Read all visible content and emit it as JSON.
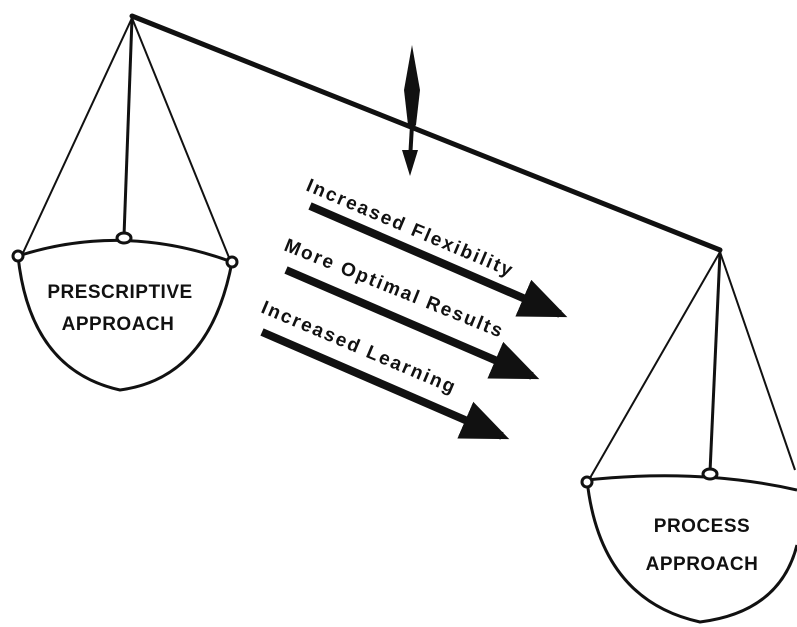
{
  "diagram": {
    "left_pan_label": [
      "PRESCRIPTIVE",
      "APPROACH"
    ],
    "right_pan_label": [
      "PROCESS",
      "APPROACH"
    ],
    "arrows": [
      {
        "label": "Increased Flexibility"
      },
      {
        "label": "More Optimal Results"
      },
      {
        "label": "Increased Learning"
      }
    ]
  }
}
